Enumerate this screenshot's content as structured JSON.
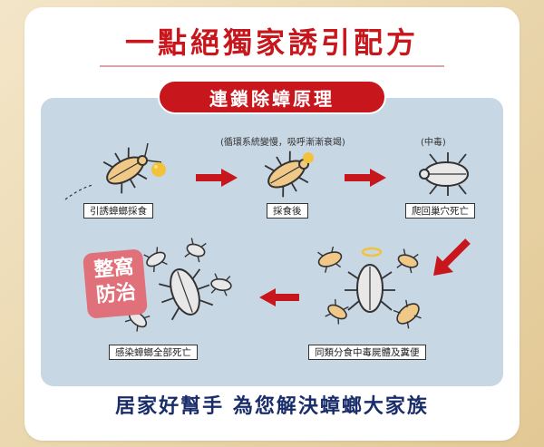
{
  "title": "一點絕獨家誘引配方",
  "banner": "連鎖除蟑原理",
  "notes": {
    "slow_breath": "(循環系統變慢，吸呼漸漸衰竭)",
    "poisoned": "(中毒)"
  },
  "steps": {
    "step1": "引誘蟑螂採食",
    "step2": "採食後",
    "step3": "爬回巢穴死亡",
    "step4": "同類分食中毒屍體及糞便",
    "step5": "感染蟑螂全部死亡"
  },
  "seal": {
    "line1": "整窩",
    "line2": "防治"
  },
  "slogan": "居家好幫手 為您解決蟑螂大家族",
  "colors": {
    "red": "#c8161d",
    "navy": "#1a2d6b",
    "panel": "#c8d7e4",
    "bait": "#f2c23a",
    "bug_brown": "#f0c989"
  }
}
